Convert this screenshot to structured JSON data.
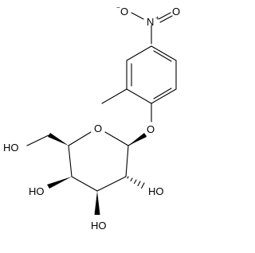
{
  "molecule": {
    "atoms": {
      "nitro_o_minus": "O",
      "nitro_minus_sign": "−",
      "nitro_n": "N",
      "nitro_plus_sign": "+",
      "nitro_o": "O",
      "aryl_ether_o": "O",
      "ring_o": "O",
      "ch2oh": "HO",
      "c4_oh": "HO",
      "c3_oh": "HO",
      "c2_oh": "HO"
    }
  }
}
